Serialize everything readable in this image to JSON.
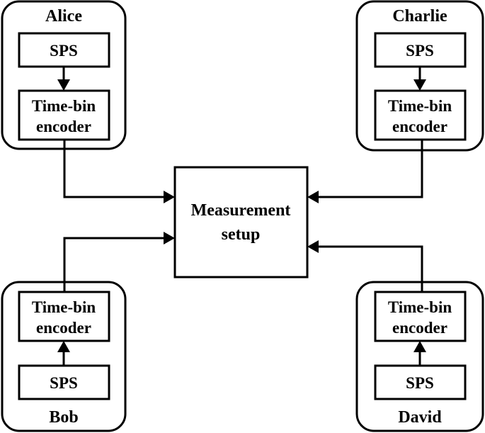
{
  "diagram": {
    "parties": {
      "alice": {
        "name": "Alice",
        "source": "SPS",
        "encoder_line1": "Time-bin",
        "encoder_line2": "encoder"
      },
      "charlie": {
        "name": "Charlie",
        "source": "SPS",
        "encoder_line1": "Time-bin",
        "encoder_line2": "encoder"
      },
      "bob": {
        "name": "Bob",
        "source": "SPS",
        "encoder_line1": "Time-bin",
        "encoder_line2": "encoder"
      },
      "david": {
        "name": "David",
        "source": "SPS",
        "encoder_line1": "Time-bin",
        "encoder_line2": "encoder"
      }
    },
    "center": {
      "line1": "Measurement",
      "line2": "setup"
    }
  }
}
